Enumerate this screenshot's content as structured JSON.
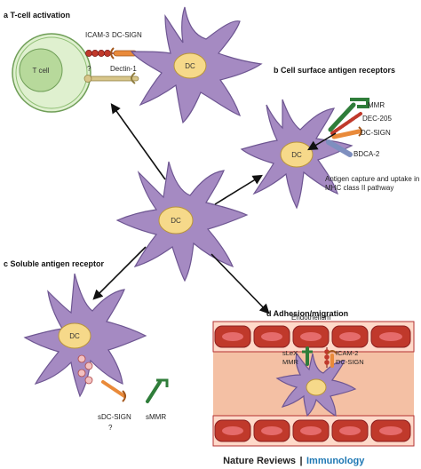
{
  "colors": {
    "dc_body": "#a58ac2",
    "dc_outline": "#6e5692",
    "nucleus": "#f6d98a",
    "t_cell": "#c9e2b0",
    "t_cell_nucleus": "#a9cf8c",
    "vessel_wall": "#c83a3a",
    "vessel_lumen": "#f2b49b",
    "journal_accent": "#1e78b4"
  },
  "panels": {
    "a": {
      "title": "a  T-cell activation",
      "t_cell": "T cell",
      "dc": "DC",
      "icam3": "ICAM-3",
      "dcsign": "DC-SIGN",
      "question": "?",
      "dectin": "Dectin-1"
    },
    "b": {
      "title": "b  Cell surface antigen receptors",
      "dc": "DC",
      "mmr": "MMR",
      "dec205": "DEC-205",
      "dcsign": "DC-SIGN",
      "bdca2": "BDCA-2",
      "capture_line1": "Antigen capture and uptake in",
      "capture_line2": "MHC class II pathway"
    },
    "center": {
      "dc": "DC"
    },
    "c": {
      "title": "c  Soluble antigen receptor",
      "dc": "DC",
      "sdcsign": "sDC-SIGN",
      "smmr": "sMMR",
      "question": "?"
    },
    "d": {
      "title": "d  Adhesion/migration",
      "endothelium": "Endothelium",
      "icam2": "ICAM-2",
      "slex": "sLeX",
      "mmr": "MMR",
      "dcsign": "DC-SIGN"
    }
  },
  "footer": {
    "journal": "Nature Reviews",
    "separator": "|",
    "section": "Immunology"
  }
}
